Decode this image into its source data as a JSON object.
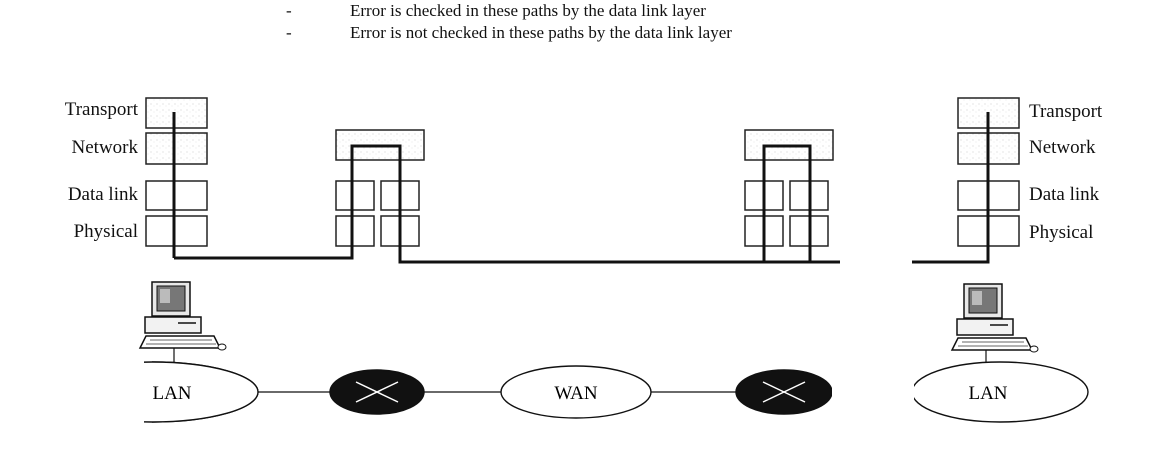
{
  "legend": [
    {
      "marker": "-",
      "text": "Error is checked in these paths by the data link layer"
    },
    {
      "marker": "-",
      "text": "Error is not checked in these paths by the data link layer"
    }
  ],
  "layers_left": {
    "transport": "Transport",
    "network": "Network",
    "data_link": "Data link",
    "physical": "Physical"
  },
  "layers_right": {
    "transport": "Transport",
    "network": "Network",
    "data_link": "Data link",
    "physical": "Physical"
  },
  "networks": {
    "lan_left": "LAN",
    "wan": "WAN",
    "lan_right": "LAN"
  }
}
